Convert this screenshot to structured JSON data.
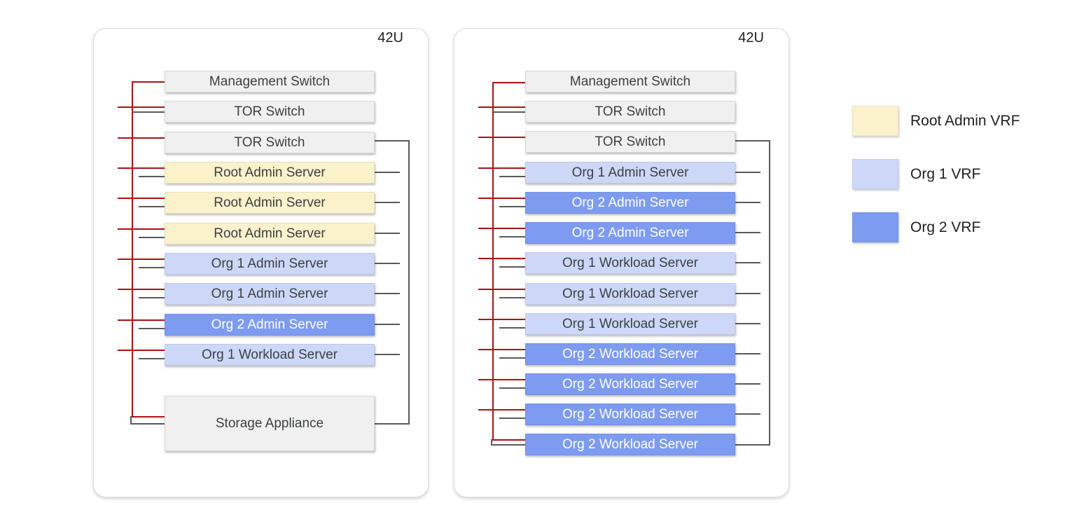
{
  "colors": {
    "root-admin-vrf": "#fbf1cb",
    "org1-vrf": "#cdd8f8",
    "org2-vrf": "#7d9bf0",
    "device-gray": "#f0f0f0",
    "mgmt-line-red": "#b01012",
    "data-line-gray": "#58595b",
    "label-text": "#3c4043"
  },
  "racks": [
    {
      "unit_label": "42U",
      "rows": [
        {
          "label": "Management Switch",
          "type": "switch"
        },
        {
          "label": "TOR Switch",
          "type": "switch"
        },
        {
          "label": "TOR Switch",
          "type": "switch"
        },
        {
          "label": "Root Admin Server",
          "type": "root-admin"
        },
        {
          "label": "Root Admin Server",
          "type": "root-admin"
        },
        {
          "label": "Root Admin Server",
          "type": "root-admin"
        },
        {
          "label": "Org 1 Admin Server",
          "type": "org1"
        },
        {
          "label": "Org 1 Admin Server",
          "type": "org1"
        },
        {
          "label": "Org 2 Admin Server",
          "type": "org2"
        },
        {
          "label": "Org 1 Workload Server",
          "type": "org1"
        },
        {
          "label": "Storage Appliance",
          "type": "storage"
        }
      ]
    },
    {
      "unit_label": "42U",
      "rows": [
        {
          "label": "Management Switch",
          "type": "switch"
        },
        {
          "label": "TOR Switch",
          "type": "switch"
        },
        {
          "label": "TOR Switch",
          "type": "switch"
        },
        {
          "label": "Org 1 Admin Server",
          "type": "org1"
        },
        {
          "label": "Org 2 Admin Server",
          "type": "org2"
        },
        {
          "label": "Org 2 Admin Server",
          "type": "org2"
        },
        {
          "label": "Org 1 Workload Server",
          "type": "org1"
        },
        {
          "label": "Org 1 Workload Server",
          "type": "org1"
        },
        {
          "label": "Org 1 Workload Server",
          "type": "org1"
        },
        {
          "label": "Org 2 Workload Server",
          "type": "org2"
        },
        {
          "label": "Org 2 Workload Server",
          "type": "org2"
        },
        {
          "label": "Org 2 Workload Server",
          "type": "org2"
        },
        {
          "label": "Org 2 Workload Server",
          "type": "org2"
        }
      ]
    }
  ],
  "legend": {
    "items": [
      {
        "label": "Root Admin VRF",
        "type": "root-admin"
      },
      {
        "label": "Org 1 VRF",
        "type": "org1"
      },
      {
        "label": "Org 2 VRF",
        "type": "org2"
      }
    ]
  }
}
